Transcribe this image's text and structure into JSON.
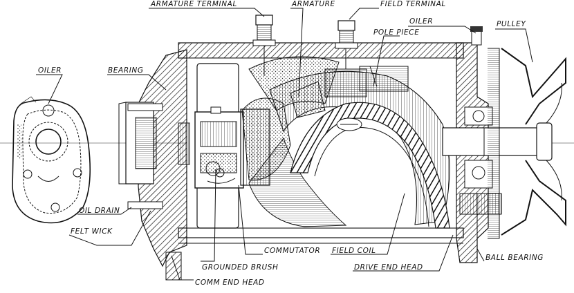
{
  "diagram": {
    "labels": {
      "armature_terminal": "ARMATURE TERMINAL",
      "armature": "ARMATURE",
      "field_terminal": "FIELD TERMINAL",
      "oiler_right": "OILER",
      "pulley": "PULLEY",
      "pole_piece": "POLE PIECE",
      "oiler_left": "OILER",
      "bearing": "BEARING",
      "oil_drain": "OIL DRAIN",
      "felt_wick": "FELT WICK",
      "commutator": "COMMUTATOR",
      "field_coil": "FIELD COIL",
      "grounded_brush": "GROUNDED BRUSH",
      "drive_end_head": "DRIVE END HEAD",
      "ball_bearing": "BALL BEARING",
      "comm_end_head": "COMM END HEAD"
    },
    "colors": {
      "ink": "#111111",
      "paper": "#ffffff",
      "shade": "#555555"
    }
  }
}
